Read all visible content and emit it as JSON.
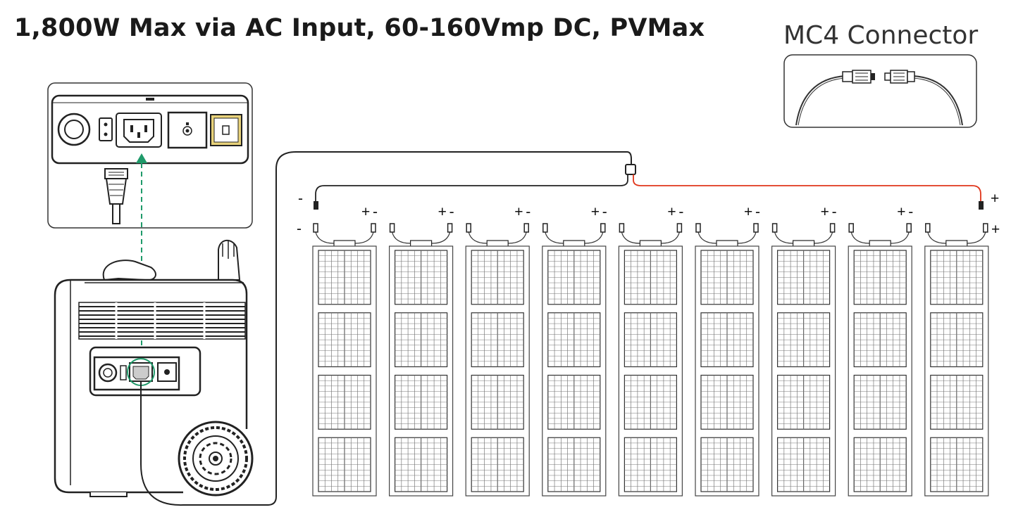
{
  "title": "1,800W Max via AC Input, 60-160Vmp DC, PVMax",
  "mc4": {
    "label": "MC4 Connector"
  },
  "polarity": {
    "plus": "+",
    "minus": "-"
  },
  "panels": {
    "count": 9,
    "sections_per_panel": 4
  },
  "colors": {
    "positive_wire": "#e0351a",
    "negative_wire": "#222222",
    "ac_arrow": "#1f9a6a",
    "line": "#333333"
  }
}
